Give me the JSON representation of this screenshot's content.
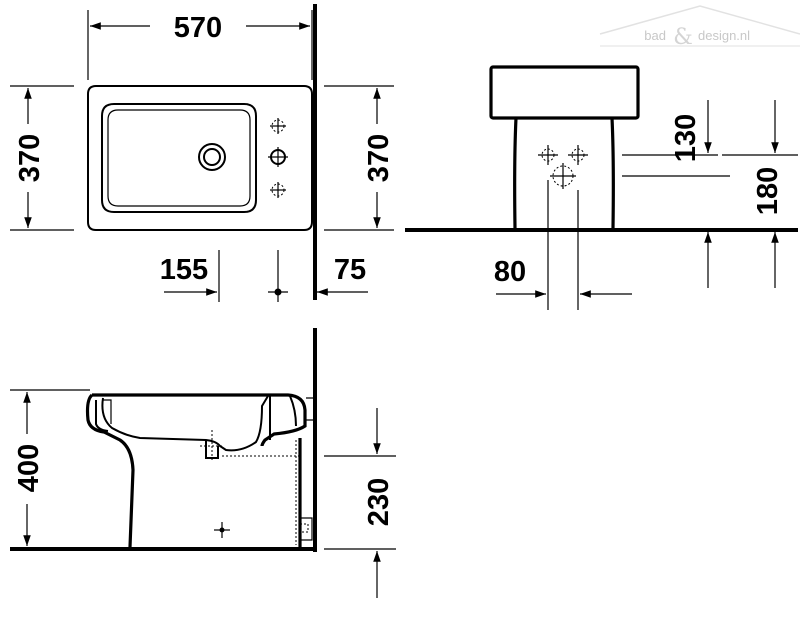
{
  "watermark": {
    "left": "bad",
    "amp": "&",
    "right": "design.nl"
  },
  "dimensions": {
    "top_width": "570",
    "top_depth_left": "370",
    "top_depth_right": "370",
    "top_offset_155": "155",
    "top_wall_75": "75",
    "front_130": "130",
    "front_180": "180",
    "front_80": "80",
    "side_400": "400",
    "side_230": "230"
  },
  "icons": [
    "dimension-arrow-icon",
    "tap-hole-icon",
    "waste-outlet-icon",
    "fixing-point-icon"
  ]
}
